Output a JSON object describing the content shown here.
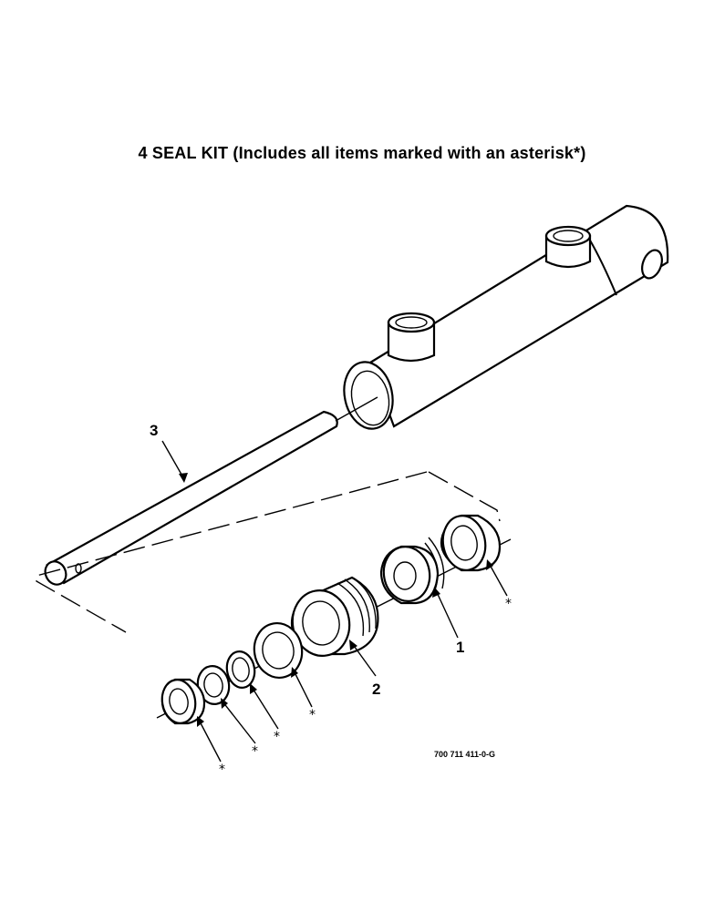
{
  "title": "4 SEAL KIT (Includes all items marked with an asterisk*)",
  "callouts": {
    "rod": "3",
    "piston": "1",
    "gland": "2"
  },
  "asterisk": "*",
  "drawing_number": "700 711 411-0-G"
}
